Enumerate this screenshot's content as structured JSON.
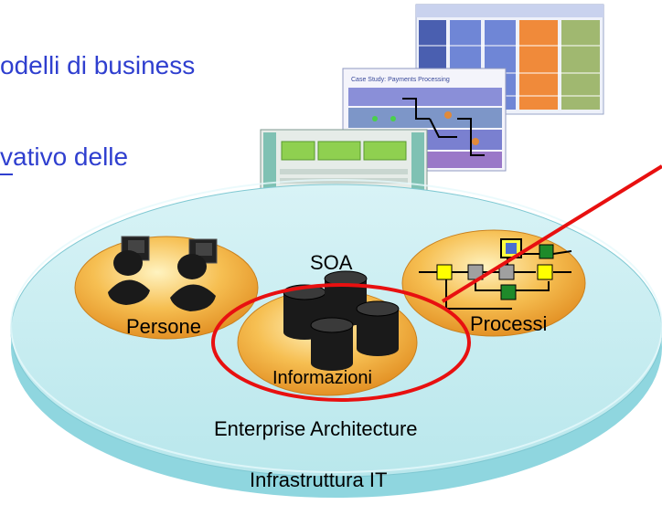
{
  "heading": {
    "line1": "odelli di business",
    "line2": "vativo delle"
  },
  "layers": {
    "infrastructure": "Infrastruttura IT",
    "enterprise": "Enterprise Architecture",
    "soa": "SOA"
  },
  "disks": {
    "people": "Persone",
    "info": "Informazioni",
    "process": "Processi"
  },
  "thumbnails": {
    "case_study_title": "Case Study: Payments Processing"
  },
  "colors": {
    "platter_top": "#c6ecf0",
    "platter_edge": "#8fd6df",
    "disk_orange": "#f0a53a",
    "highlight_red": "#e81010",
    "heading_blue": "#2f3fcf"
  }
}
